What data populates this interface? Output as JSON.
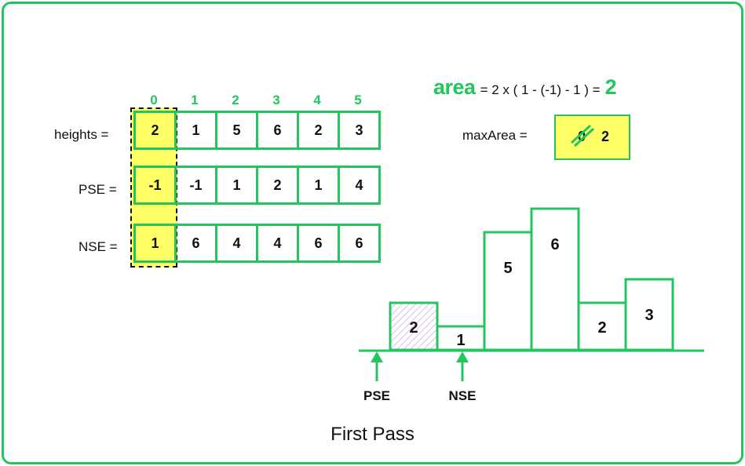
{
  "indices": [
    "0",
    "1",
    "2",
    "3",
    "4",
    "5"
  ],
  "rows": [
    {
      "label": "heights =",
      "values": [
        "2",
        "1",
        "5",
        "6",
        "2",
        "3"
      ]
    },
    {
      "label": "PSE =",
      "values": [
        "-1",
        "-1",
        "1",
        "2",
        "1",
        "4"
      ]
    },
    {
      "label": "NSE =",
      "values": [
        "1",
        "6",
        "4",
        "4",
        "6",
        "6"
      ]
    }
  ],
  "highlight_index": 0,
  "area": {
    "word": "area",
    "expression": "=  2 x ( 1 - (-1) - 1 ) =",
    "result": "2"
  },
  "max_area": {
    "label": "maxArea =",
    "old_value": "0",
    "new_value": "2"
  },
  "histogram": {
    "bars": [
      2,
      1,
      5,
      6,
      2,
      3
    ],
    "labels": [
      "2",
      "1",
      "5",
      "6",
      "2",
      "3"
    ],
    "highlight_index": 0,
    "pse_label": "PSE",
    "nse_label": "NSE"
  },
  "caption": "First Pass",
  "colors": {
    "accent": "#22c55e",
    "highlight": "#ffff66",
    "hatch": "#c9a7e8",
    "text": "#111111"
  }
}
